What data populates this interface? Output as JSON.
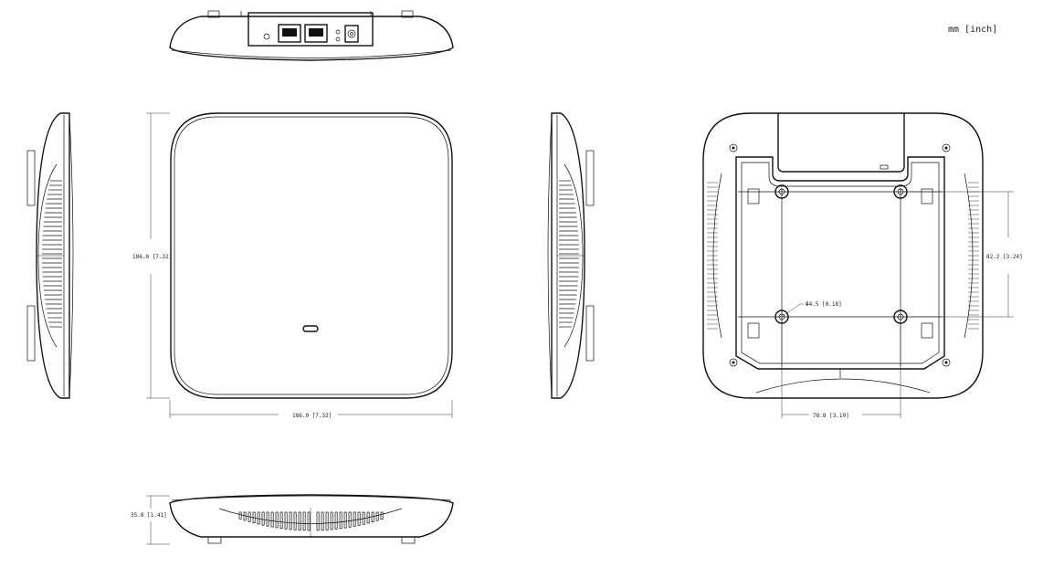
{
  "units": "mm [inch]",
  "dimensions": {
    "height": "186.0 [7.32]",
    "width": "186.0 [7.32]",
    "thickness": "35.8 [1.41]",
    "hole_spacing_vertical": "82.2 [3.24]",
    "hole_spacing_horizontal": "78.8 [3.10]",
    "hole_diameter": "Φ4.5 [0.18]"
  },
  "colors": {
    "line": "#111111",
    "background": "#ffffff"
  }
}
